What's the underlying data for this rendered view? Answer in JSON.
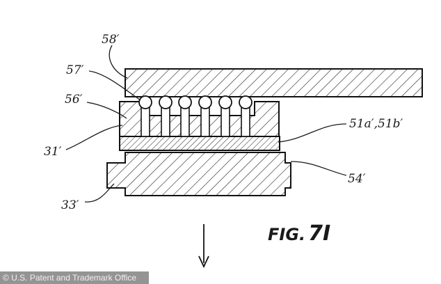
{
  "figure": {
    "caption_prefix": "FIG.",
    "caption_number": "7I",
    "labels": {
      "plate": "58′",
      "balls": "57′",
      "posts": "56′",
      "body": "31′",
      "layer": "51a′,51b′",
      "carrier": "54′",
      "base": "33′"
    }
  },
  "watermark": {
    "text": "© U.S. Patent and Trademark Office"
  }
}
